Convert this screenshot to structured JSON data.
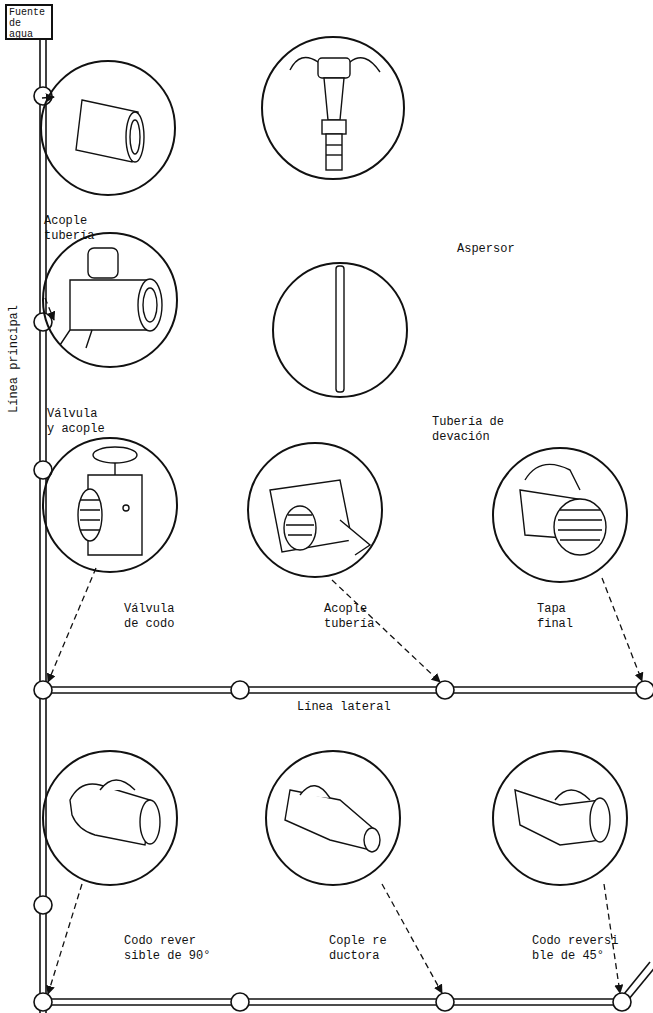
{
  "diagram": {
    "nodes": [
      {
        "text": [
          "Fuente de agua"
        ]
      },
      {
        "text": [
          "Acople tubería"
        ]
      },
      {
        "text": [
          "Aspersor"
        ]
      },
      {
        "text": [
          "Válvula y acople"
        ]
      },
      {
        "text": [
          "Tubería de devación"
        ]
      },
      {
        "text": [
          "Válvula de codo"
        ]
      },
      {
        "text": [
          "Acople tubería"
        ]
      },
      {
        "text": [
          "Tapa final"
        ]
      },
      {
        "text": [
          "Codo rever sible de 90°"
        ]
      },
      {
        "text": [
          "Cople re ductora"
        ]
      },
      {
        "text": [
          "Codo reversi ble de 45°"
        ]
      }
    ],
    "labels": [
      "Línea principal",
      "Línea lateral"
    ]
  }
}
